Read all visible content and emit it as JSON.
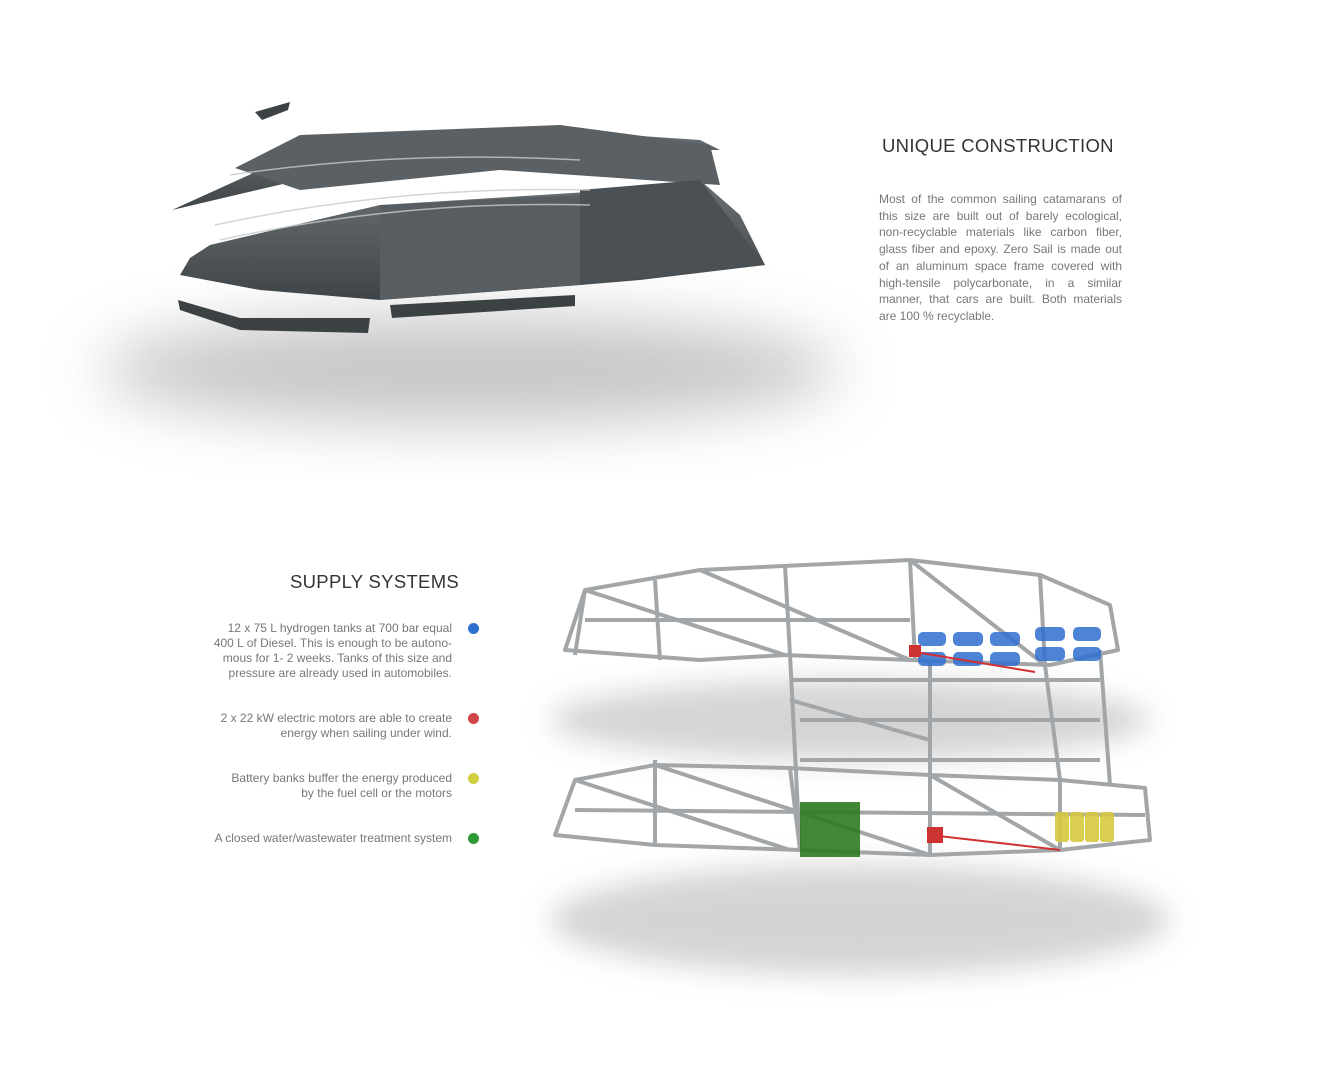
{
  "construction": {
    "title": "UNIQUE CONSTRUCTION",
    "body_lines": [
      "Most of the common sailing catamarans of",
      "this size are built out of barely ecological,",
      "non-recyclable materials like carbon fiber,",
      "glass fiber and epoxy. Zero Sail is made out",
      "of an aluminum space frame covered with",
      "high-tensile polycarbonate, in a similar",
      "manner, that cars are built. Both materials",
      "are 100 % recyclable."
    ]
  },
  "supply": {
    "title": "SUPPLY SYSTEMS",
    "items": [
      {
        "lines": [
          "12 x 75 L hydrogen tanks at 700 bar equal",
          "400 L of Diesel. This is enough to be autono-",
          "mous for 1- 2 weeks. Tanks of this size and",
          "pressure are already used in automobiles."
        ],
        "color": "#2f6fd0"
      },
      {
        "lines": [
          "2 x 22 kW electric motors are able to create",
          "energy when sailing under wind."
        ],
        "color": "#d04545"
      },
      {
        "lines": [
          "Battery banks buffer the energy produced",
          "by the fuel cell or the motors"
        ],
        "color": "#cfcf40"
      },
      {
        "lines": [
          "A closed water/wastewater treatment system"
        ],
        "color": "#2e9a35"
      }
    ]
  }
}
